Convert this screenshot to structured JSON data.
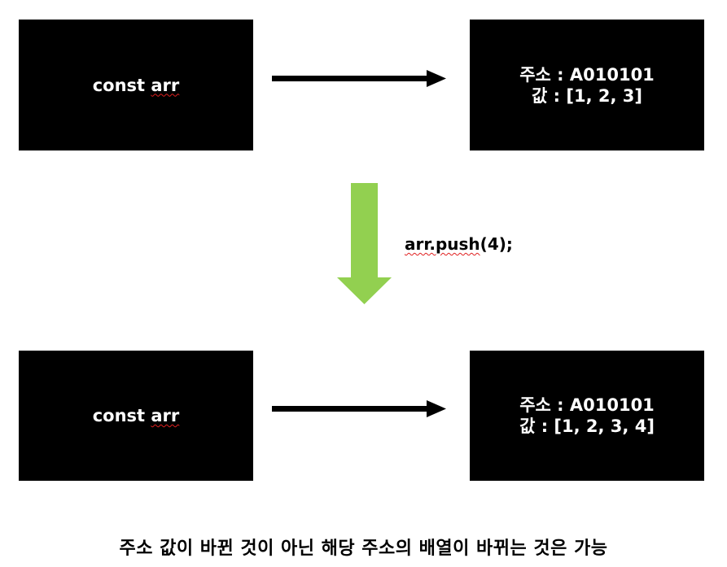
{
  "before": {
    "variable_box": {
      "keyword": "const",
      "name": "arr"
    },
    "memory_box": {
      "address_line": "주소 : A010101",
      "value_line": "값 : [1, 2, 3]"
    }
  },
  "operation": {
    "label_prefix": "arr.push",
    "label_suffix": "(4);",
    "arrow_color": "#92d050"
  },
  "after": {
    "variable_box": {
      "keyword": "const",
      "name": "arr"
    },
    "memory_box": {
      "address_line": "주소 : A010101",
      "value_line": "값 : [1, 2, 3, 4]"
    }
  },
  "caption": "주소 값이 바뀐 것이 아닌 해당 주소의 배열이 바뀌는 것은 가능",
  "colors": {
    "box_bg": "#000000",
    "box_text": "#ffffff",
    "arrow": "#000000",
    "down_arrow": "#92d050",
    "spell_underline": "#e02020"
  }
}
